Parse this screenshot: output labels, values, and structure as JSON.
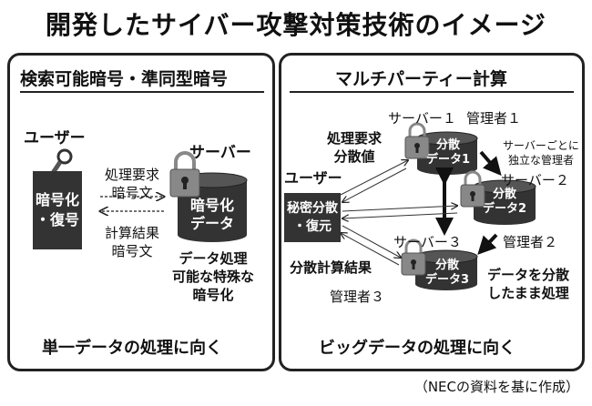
{
  "title": "開発したサイバー攻撃対策技術のイメージ",
  "left": {
    "heading": "検索可能暗号・準同型暗号",
    "user": "ユーザー",
    "user_box": "暗号化\n・復号",
    "req": "処理要求\n暗号文",
    "res": "計算結果\n暗号文",
    "server": "サーバー",
    "server_db": "暗号化\nデータ",
    "desc": "データ処理\n可能な特殊な\n暗号化",
    "footer": "単一データの処理に向く"
  },
  "right": {
    "heading": "マルチパーティー計算",
    "user": "ユーザー",
    "user_box": "秘密分散\n・復元",
    "req": "処理要求\n分散値",
    "res": "分散計算結果",
    "server1": "サーバー１",
    "admin1": "管理者１",
    "db1": "分散\nデータ1",
    "note_admin": "サーバーごとに\n独立な管理者",
    "server2": "サーバー２",
    "db2": "分散\nデータ2",
    "admin2": "管理者２",
    "server3": "サーバー３",
    "db3": "分散\nデータ3",
    "desc": "データを分散\nしたまま処理",
    "admin3": "管理者３",
    "footer": "ビッグデータの処理に向く"
  },
  "source": "（NECの資料を基に作成）"
}
